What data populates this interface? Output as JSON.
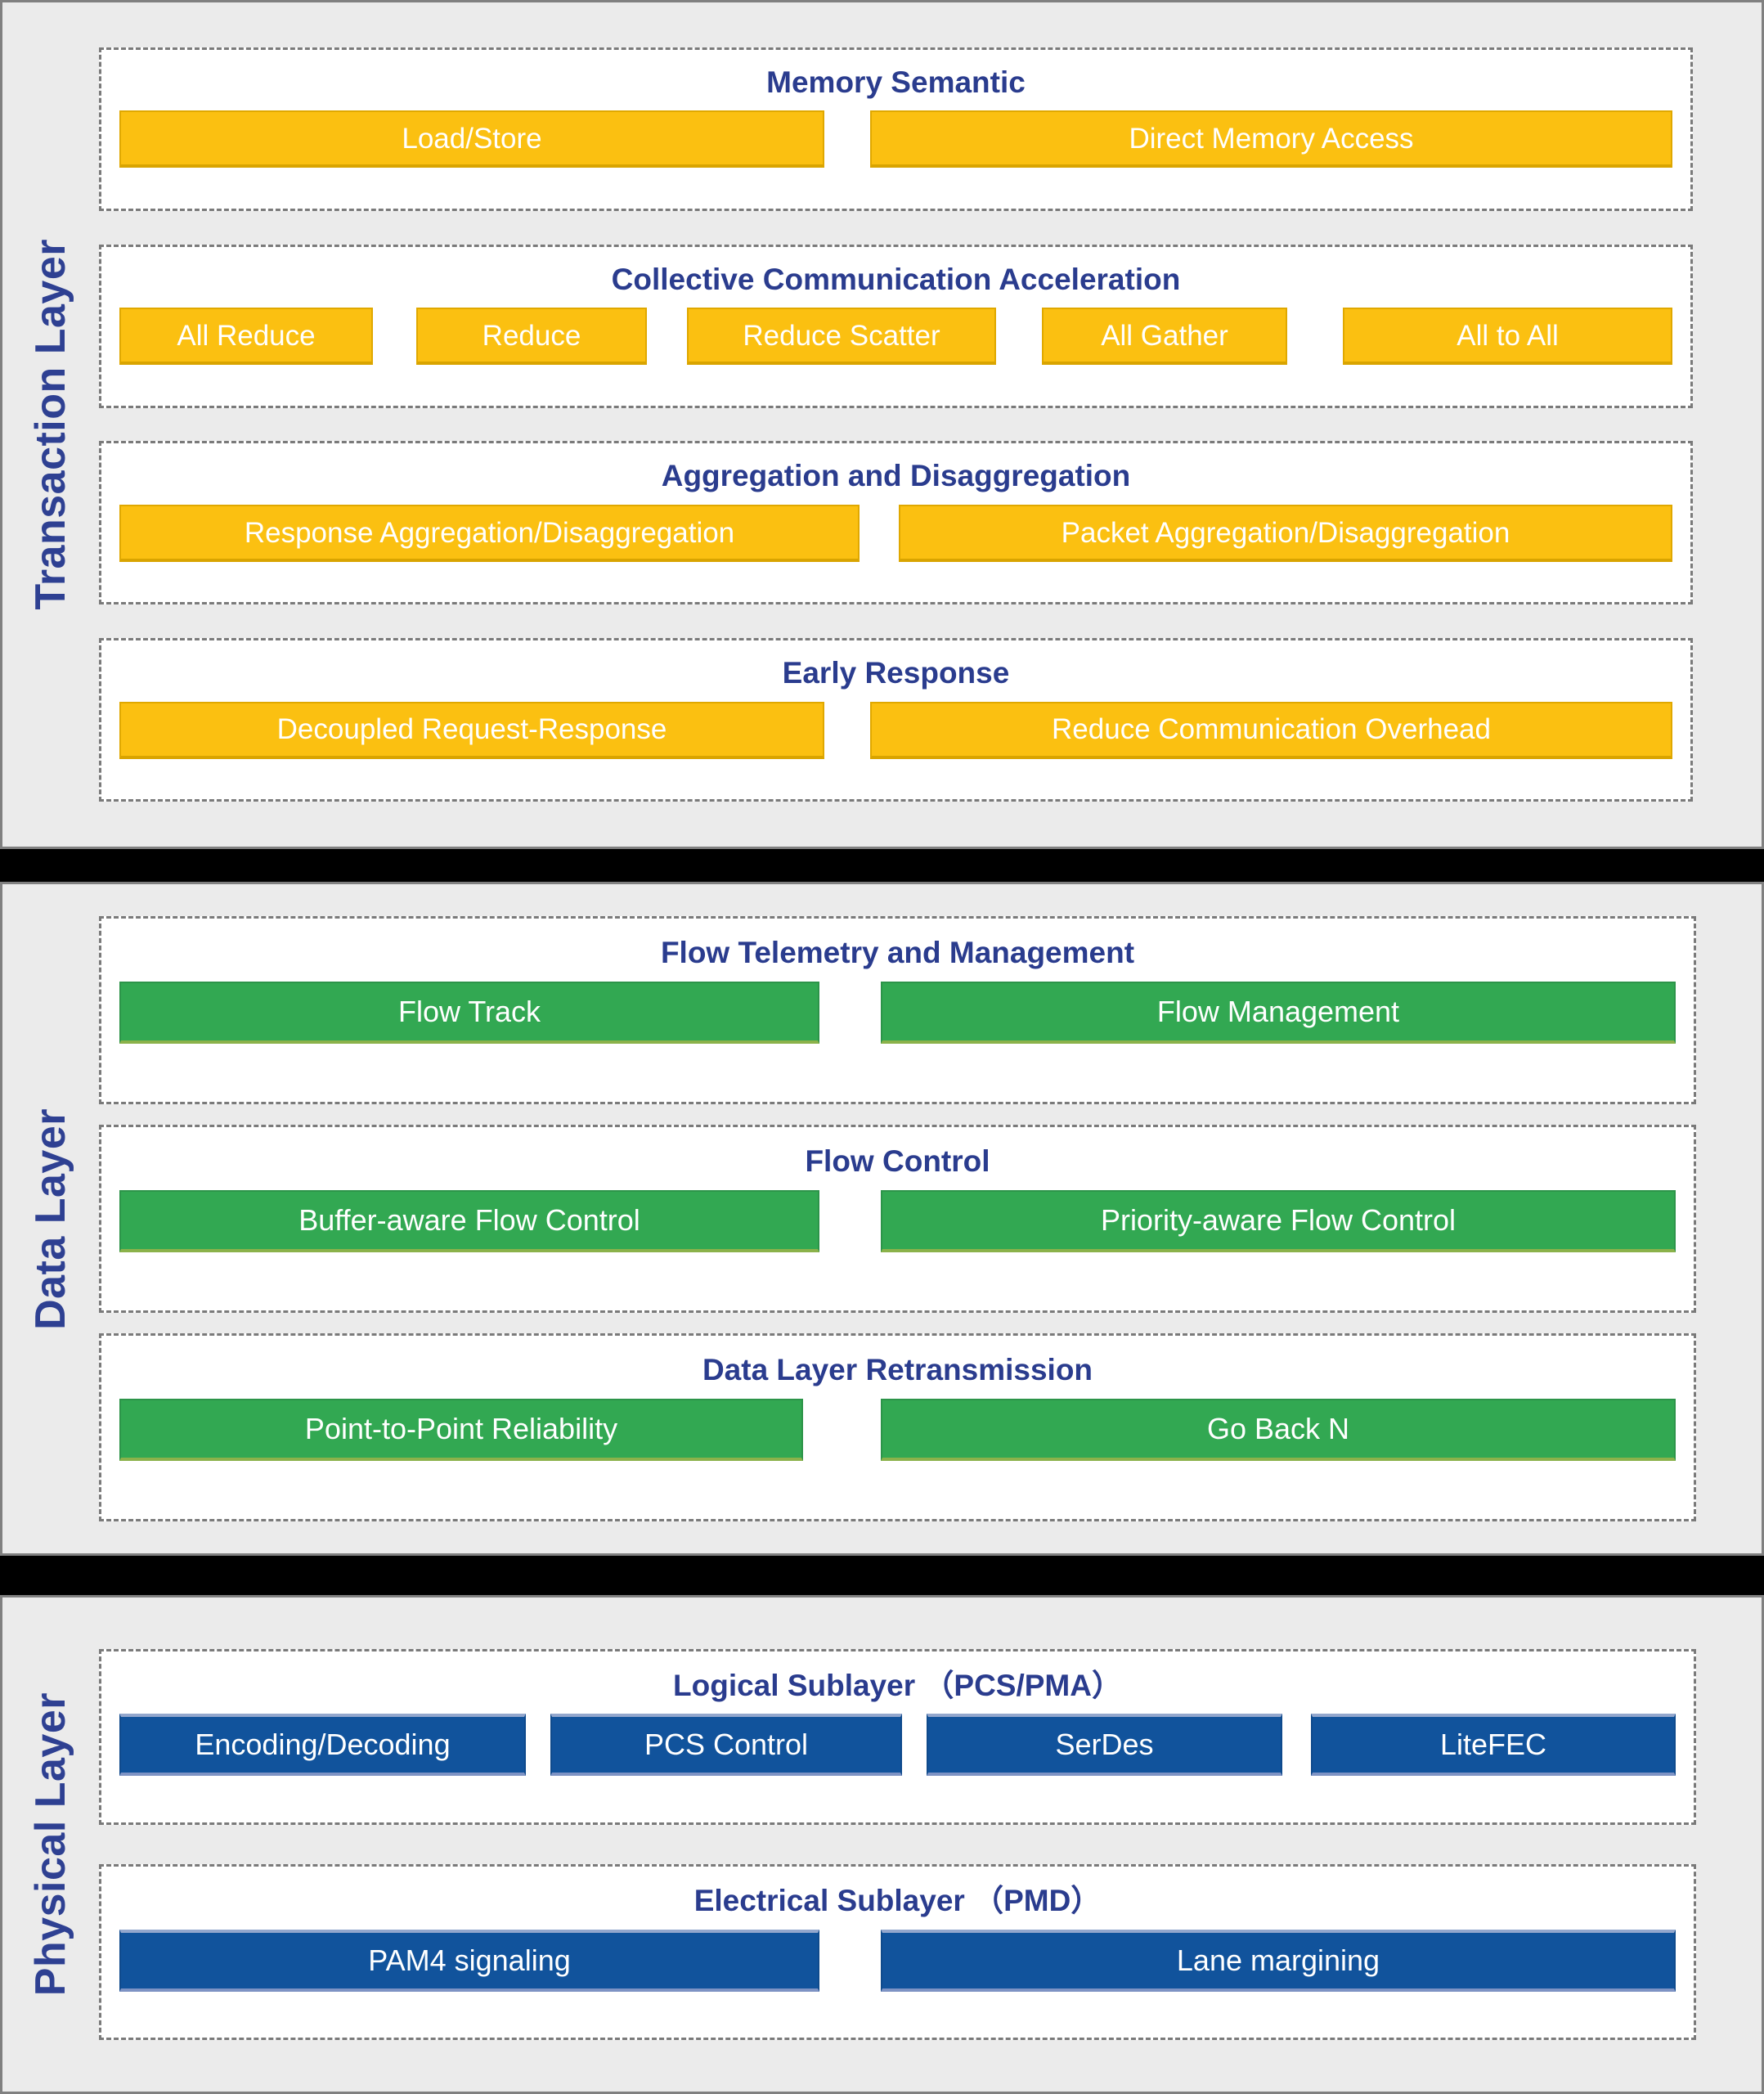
{
  "colors": {
    "panel_background": "#ebebeb",
    "panel_border": "#808080",
    "group_border": "#7a7a7a",
    "group_background": "#ffffff",
    "title_blue": "#2a3c8e",
    "transaction_item": "#fbc011",
    "data_item": "#32a852",
    "physical_item": "#11539c",
    "separator": "#000000",
    "item_text": "#ffffff"
  },
  "layers": [
    {
      "name": "Transaction Layer",
      "groups": [
        {
          "title": "Memory Semantic",
          "items": [
            {
              "label": "Load/Store"
            },
            {
              "label": "Direct Memory Access"
            }
          ]
        },
        {
          "title": "Collective Communication Acceleration",
          "items": [
            {
              "label": "All Reduce"
            },
            {
              "label": "Reduce"
            },
            {
              "label": "Reduce Scatter"
            },
            {
              "label": "All Gather"
            },
            {
              "label": "All to All"
            }
          ]
        },
        {
          "title": "Aggregation and Disaggregation",
          "items": [
            {
              "label": "Response Aggregation/Disaggregation"
            },
            {
              "label": "Packet Aggregation/Disaggregation"
            }
          ]
        },
        {
          "title": "Early Response",
          "items": [
            {
              "label": "Decoupled Request-Response"
            },
            {
              "label": "Reduce Communication Overhead"
            }
          ]
        }
      ]
    },
    {
      "name": "Data Layer",
      "groups": [
        {
          "title": "Flow Telemetry and Management",
          "items": [
            {
              "label": "Flow Track"
            },
            {
              "label": "Flow Management"
            }
          ]
        },
        {
          "title": "Flow Control",
          "items": [
            {
              "label": "Buffer-aware Flow Control"
            },
            {
              "label": "Priority-aware Flow Control"
            }
          ]
        },
        {
          "title": "Data Layer Retransmission",
          "items": [
            {
              "label": "Point-to-Point Reliability"
            },
            {
              "label": "Go Back N"
            }
          ]
        }
      ]
    },
    {
      "name": "Physical Layer",
      "groups": [
        {
          "title": "Logical Sublayer （PCS/PMA）",
          "items": [
            {
              "label": "Encoding/Decoding"
            },
            {
              "label": "PCS Control"
            },
            {
              "label": "SerDes"
            },
            {
              "label": "LiteFEC"
            }
          ]
        },
        {
          "title": "Electrical Sublayer （PMD）",
          "items": [
            {
              "label": "PAM4 signaling"
            },
            {
              "label": "Lane margining"
            }
          ]
        }
      ]
    }
  ]
}
